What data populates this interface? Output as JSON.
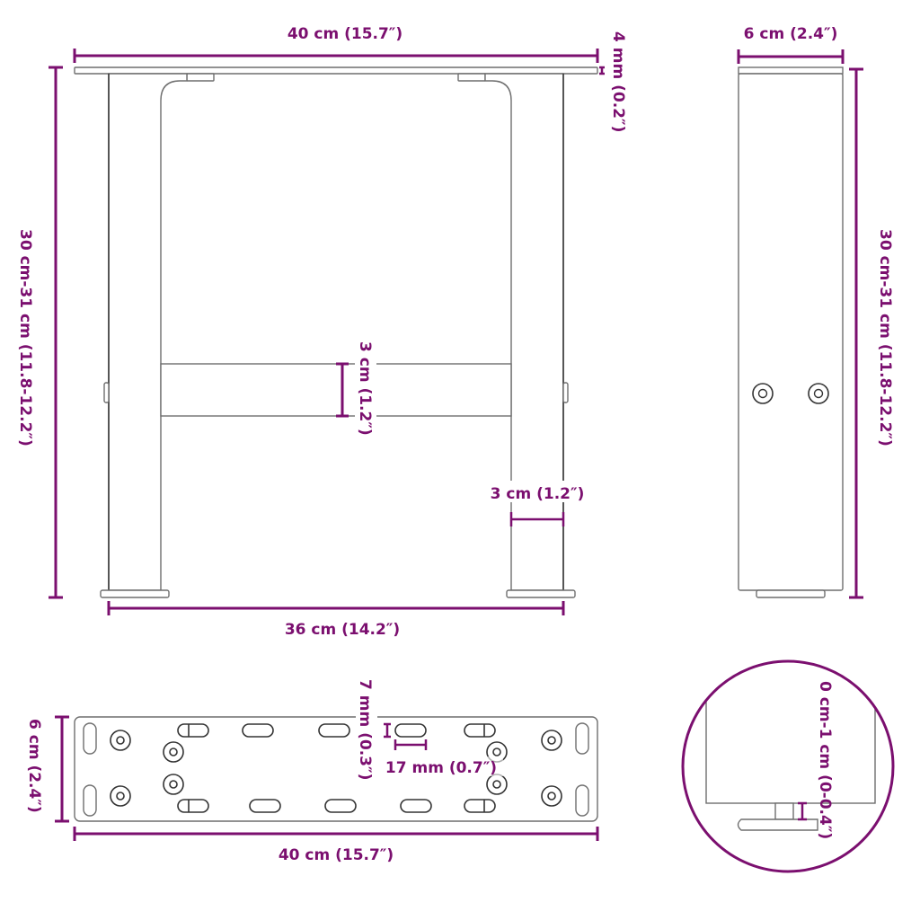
{
  "colors": {
    "dimension": "#7b0f6f",
    "outline": "#6e6e6e",
    "background": "#ffffff"
  },
  "front_view": {
    "top_width": "40 cm (15.7″)",
    "top_thickness": "4 mm (0.2″)",
    "height": "30 cm-31 cm (11.8-12.2″)",
    "crossbar_height": "3 cm (1.2″)",
    "leg_width": "3 cm (1.2″)",
    "foot_span": "36 cm (14.2″)"
  },
  "side_view": {
    "width": "6 cm (2.4″)",
    "height": "30 cm-31 cm (11.8-12.2″)"
  },
  "plate_view": {
    "width": "40 cm (15.7″)",
    "depth": "6 cm (2.4″)",
    "slot_height": "7 mm (0.3″)",
    "slot_length": "17 mm (0.7″)"
  },
  "detail_view": {
    "adjustment": "0 cm-1 cm (0-0.4″)"
  }
}
